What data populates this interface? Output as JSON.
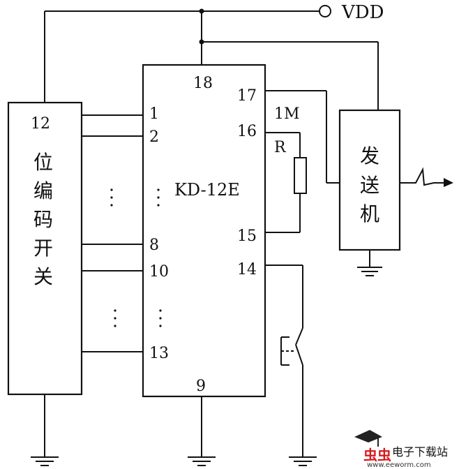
{
  "supply_label": "VDD",
  "chip": {
    "name": "KD-12E",
    "pins": {
      "p1": "1",
      "p2": "2",
      "p8": "8",
      "p10": "10",
      "p13": "13",
      "p18": "18",
      "p17": "17",
      "p16": "16",
      "p15": "15",
      "p14": "14",
      "p9": "9"
    }
  },
  "switch_block": {
    "pin": "12",
    "chars": [
      "位",
      "编",
      "码",
      "开",
      "关"
    ]
  },
  "resistor": {
    "value": "1M",
    "name": "R"
  },
  "transmitter": {
    "chars": [
      "发",
      "送",
      "机"
    ]
  },
  "watermark": {
    "brand": "电子下载站",
    "url": "www.eeworm.com"
  }
}
